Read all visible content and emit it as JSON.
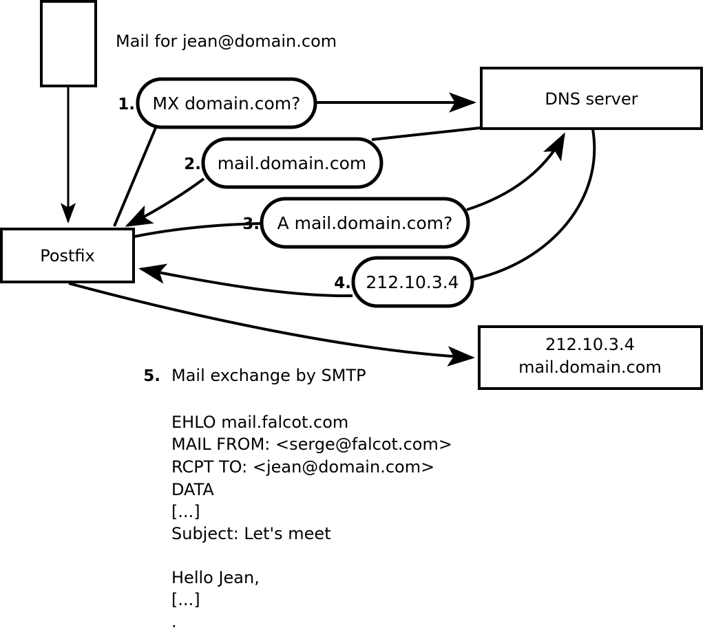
{
  "diagram": {
    "title": "Mail for jean@domain.com",
    "nodes": [
      {
        "id": "mail-source",
        "label": ""
      },
      {
        "id": "postfix",
        "label": "Postfix"
      },
      {
        "id": "dns-server",
        "label": "DNS server"
      },
      {
        "id": "mail-server",
        "label_line1": "212.10.3.4",
        "label_line2": "mail.domain.com"
      }
    ],
    "steps": [
      {
        "num": "1.",
        "label": "MX domain.com?"
      },
      {
        "num": "2.",
        "label": "mail.domain.com"
      },
      {
        "num": "3.",
        "label": "A mail.domain.com?"
      },
      {
        "num": "4.",
        "label": "212.10.3.4"
      }
    ],
    "step5": {
      "num": "5.",
      "label": "Mail exchange by SMTP"
    },
    "transcript": [
      "EHLO mail.falcot.com",
      "MAIL FROM: <serge@falcot.com>",
      "RCPT TO: <jean@domain.com>",
      "DATA",
      "[...]",
      "Subject: Let's meet",
      "",
      "Hello Jean,",
      "[...]",
      "."
    ],
    "colors": {
      "stroke": "#000000",
      "fill": "#ffffff",
      "background": "#ffffff"
    }
  }
}
